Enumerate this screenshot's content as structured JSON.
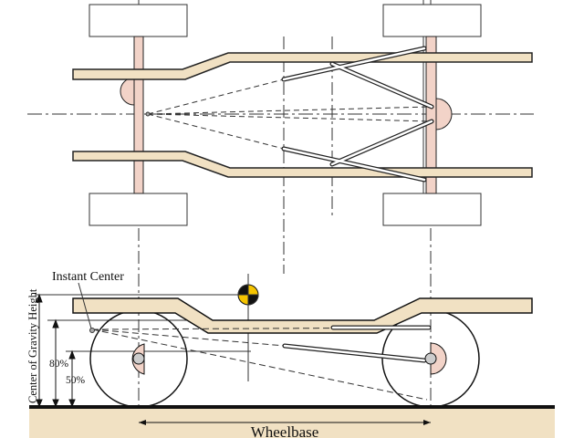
{
  "labels": {
    "instant_center": "Instant Center",
    "cg_height": "Center of Gravity Height",
    "pct_80": "80%",
    "pct_50": "50%",
    "wheelbase": "Wheelbase"
  },
  "colors": {
    "frame": "#f1e1c3",
    "axle": "#f2d3c8",
    "cg_yellow": "#f5c400",
    "ground": "#f1e1c3",
    "line": "#222222"
  }
}
